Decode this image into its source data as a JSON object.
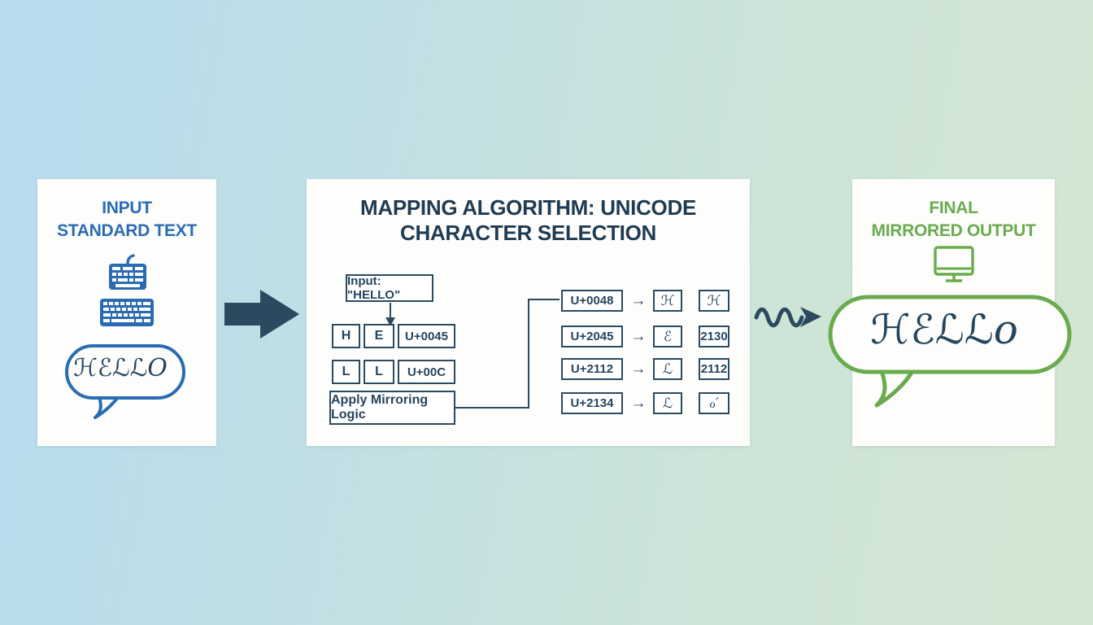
{
  "colors": {
    "background_blue": "#b6dcee",
    "background_green": "#d3e6d2",
    "panel_blue": "#2a6cb3",
    "panel_navy": "#1f3b52",
    "panel_green": "#6aab4e",
    "box_border_navy": "#2b4a60",
    "script_text_navy": "#24455e"
  },
  "input_panel": {
    "title_line1": "INPUT",
    "title_line2": "STANDARD TEXT",
    "bubble_text": "ℋℰℒℒO"
  },
  "algorithm_panel": {
    "title_line1": "MAPPING ALGORITHM: UNICODE",
    "title_line2": "CHARACTER SELECTION",
    "input_box": "Input: \"HELLO\"",
    "char_rows": [
      {
        "a": "H",
        "b": "E",
        "code": "U+0045"
      },
      {
        "a": "L",
        "b": "L",
        "code": "U+00C"
      }
    ],
    "apply_box": "Apply Mirroring Logic",
    "map_rows": [
      {
        "code": "U+0048",
        "arrow": "→",
        "glyph": "ℋ",
        "value": "ℋ"
      },
      {
        "code": "U+2045",
        "arrow": "→",
        "glyph": "ℰ",
        "value": "2130"
      },
      {
        "code": "U+2112",
        "arrow": "→",
        "glyph": "ℒ",
        "value": "2112"
      },
      {
        "code": "U+2134",
        "arrow": "→",
        "glyph": "ℒ",
        "value": "ℴ′"
      }
    ]
  },
  "output_panel": {
    "title_line1": "FINAL",
    "title_line2": "MIRRORED OUTPUT",
    "bubble_text": "ℋℰℒℒo"
  }
}
